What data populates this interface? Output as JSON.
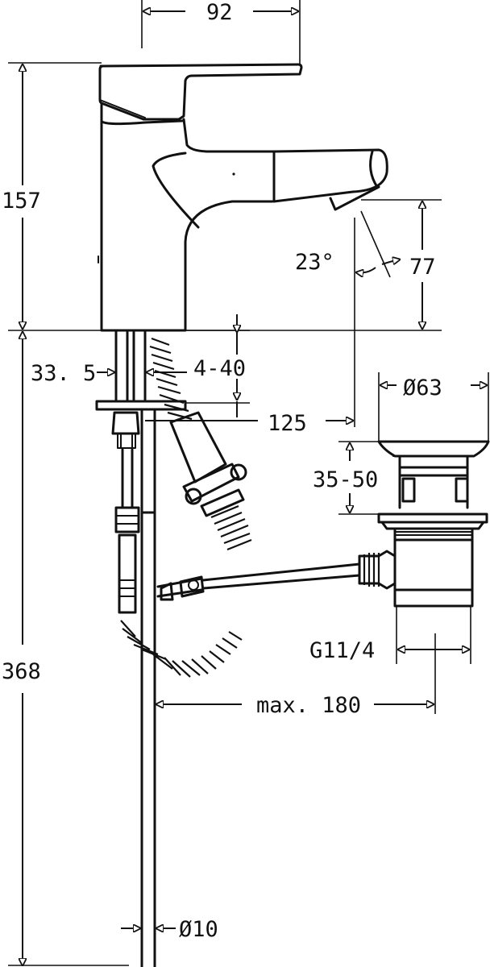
{
  "dimensions": {
    "width_top": "92",
    "height_spout": "157",
    "spout_angle": "23°",
    "spout_height": "77",
    "deck_offset": "33. 5",
    "deck_thickness": "4-40",
    "spout_reach": "125",
    "drain_diameter": "Ø63",
    "drain_range": "35-50",
    "drain_thread": "G11/4",
    "max_reach": "max. 180",
    "total_height": "368",
    "rod_diameter": "Ø10"
  }
}
